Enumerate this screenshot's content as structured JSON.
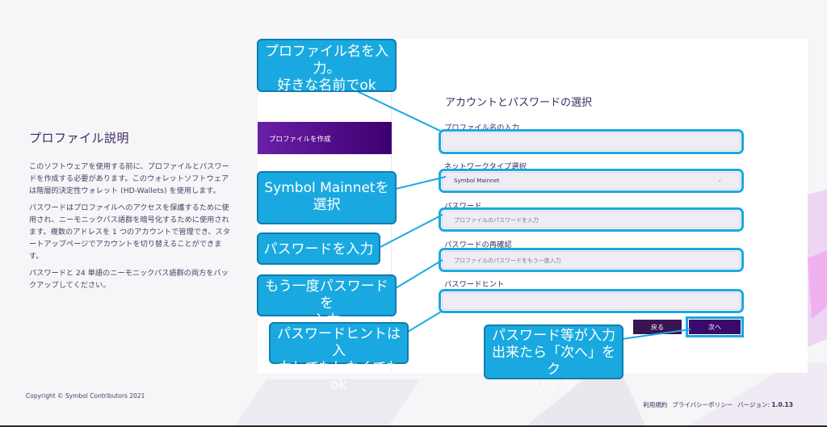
{
  "info": {
    "title": "プロファイル説明",
    "paragraphs": [
      "このソフトウェアを使用する前に、プロファイルとパスワードを作成する必要があります。このウォレットソフトウェアは階層的決定性ウォレット (HD-Wallets) を使用します。",
      "パスワードはプロファイルへのアクセスを保護するために使用され、ニーモニックパス語群を暗号化するために使用されます。複数のアドレスを 1 つのアカウントで管理でき、スタートアップページでアカウントを切り替えることができます。",
      "パスワードと 24 単語のニーモニックパス語群の両方をバックアップしてください。"
    ]
  },
  "sidebar": {
    "active_item": "プロファイルを作成"
  },
  "form": {
    "title": "アカウントとパスワードの選択",
    "profile_name": {
      "label": "プロファイル名の入力",
      "value": ""
    },
    "network": {
      "label": "ネットワークタイプ選択",
      "value": "Symbol Mainnet"
    },
    "password": {
      "label": "パスワード",
      "placeholder": "プロファイルのパスワードを入力"
    },
    "password_confirm": {
      "label": "パスワードの再確認",
      "placeholder": "プロファイルのパスワードをもう一度入力"
    },
    "hint": {
      "label": "パスワードヒント",
      "value": ""
    },
    "back_label": "戻る",
    "next_label": "次へ"
  },
  "footer": {
    "copyright": "Copyright © Symbol Contributors 2021",
    "terms": "利用規約",
    "privacy": "プライバシーポリシー",
    "version_label": "バージョン:",
    "version": "1.0.13"
  },
  "callouts": {
    "profile_name": [
      "プロファイル名を入",
      "力。",
      "好きな名前でok"
    ],
    "network": [
      "Symbol Mainnetを",
      "選択"
    ],
    "password": [
      "パスワードを入力"
    ],
    "password_confirm": [
      "もう一度パスワードを",
      "入力"
    ],
    "hint": [
      "パスワードヒントは入",
      "力してもしなくてもok"
    ],
    "next": [
      "パスワード等が入力",
      "出来たら「次へ」をク",
      "リック"
    ]
  },
  "colors": {
    "callout": "#19a9e0",
    "accent": "#3a0a6a",
    "nav_gradient_start": "#6b1fa8"
  }
}
